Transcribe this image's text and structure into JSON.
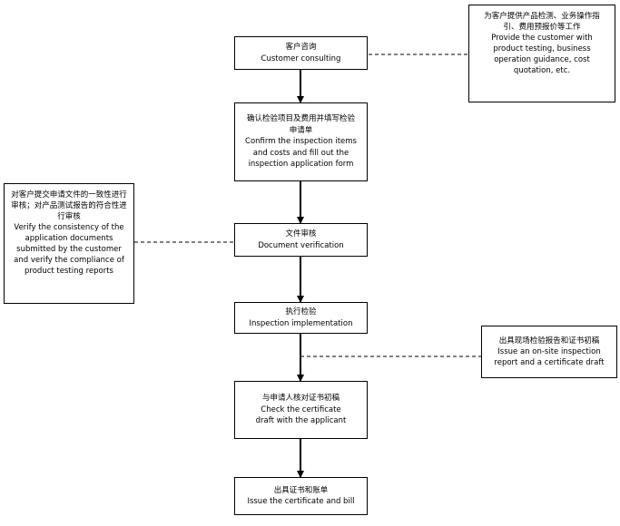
{
  "steps": [
    {
      "zh": "客户咨询",
      "en": "Customer consulting"
    },
    {
      "zh": "确认检验项目及费用并填写检验申请单",
      "en": "Confirm the inspection items and costs and fill out the inspection application form"
    },
    {
      "zh": "文件审核",
      "en": "Document verification"
    },
    {
      "zh": "执行检验",
      "en": "Inspection implementation"
    },
    {
      "zh": "与申请人核对证书初稿",
      "en": "Check the certificate draft with the applicant"
    },
    {
      "zh": "出具证书和账单",
      "en": "Issue the certificate and bill"
    }
  ],
  "notes": [
    {
      "zh": "为客户提供产品检测、业务操作指引、费用预报价等工作",
      "en": "Provide the customer with product testing, business operation guidance, cost quotation, etc."
    },
    {
      "zh": "对客户提交申请文件的一致性进行审核；对产品测试报告的符合性进行审核",
      "en": "Verify the consistency of the application documents submitted by the customer and verify the compliance of product testing reports"
    },
    {
      "zh": "出具现场检验报告和证书初稿",
      "en": "Issue an on-site inspection report and a certificate draft"
    }
  ]
}
